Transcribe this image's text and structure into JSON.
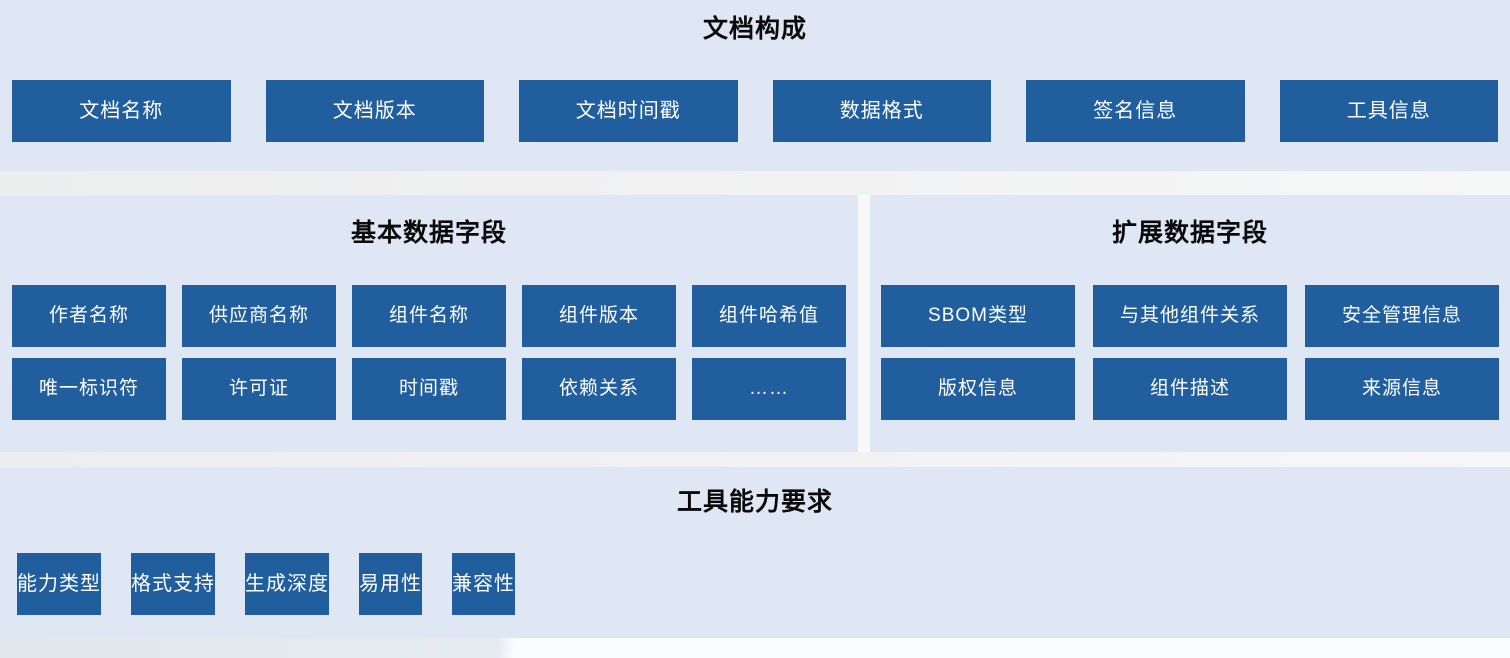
{
  "colors": {
    "background": "#dee7f3",
    "node": "#215e9e",
    "node_text": "#ffffff",
    "title_text": "#0a0a0a",
    "gap": "#f1f1f2"
  },
  "sections": [
    {
      "id": "document-composition",
      "title": "文档构成",
      "rows": [
        [
          "文档名称",
          "文档版本",
          "文档时间戳",
          "数据格式",
          "签名信息",
          "工具信息"
        ]
      ]
    },
    {
      "id": "basic-data-fields",
      "title": "基本数据字段",
      "rows": [
        [
          "作者名称",
          "供应商名称",
          "组件名称",
          "组件版本",
          "组件哈希值"
        ],
        [
          "唯一标识符",
          "许可证",
          "时间戳",
          "依赖关系",
          "……"
        ]
      ]
    },
    {
      "id": "extended-data-fields",
      "title": "扩展数据字段",
      "rows": [
        [
          "SBOM类型",
          "与其他组件关系",
          "安全管理信息"
        ],
        [
          "版权信息",
          "组件描述",
          "来源信息"
        ]
      ]
    },
    {
      "id": "tool-capability-requirements",
      "title": "工具能力要求",
      "rows": [
        [
          "能力类型",
          "格式支持",
          "生成深度",
          "易用性",
          "兼容性"
        ]
      ]
    }
  ]
}
